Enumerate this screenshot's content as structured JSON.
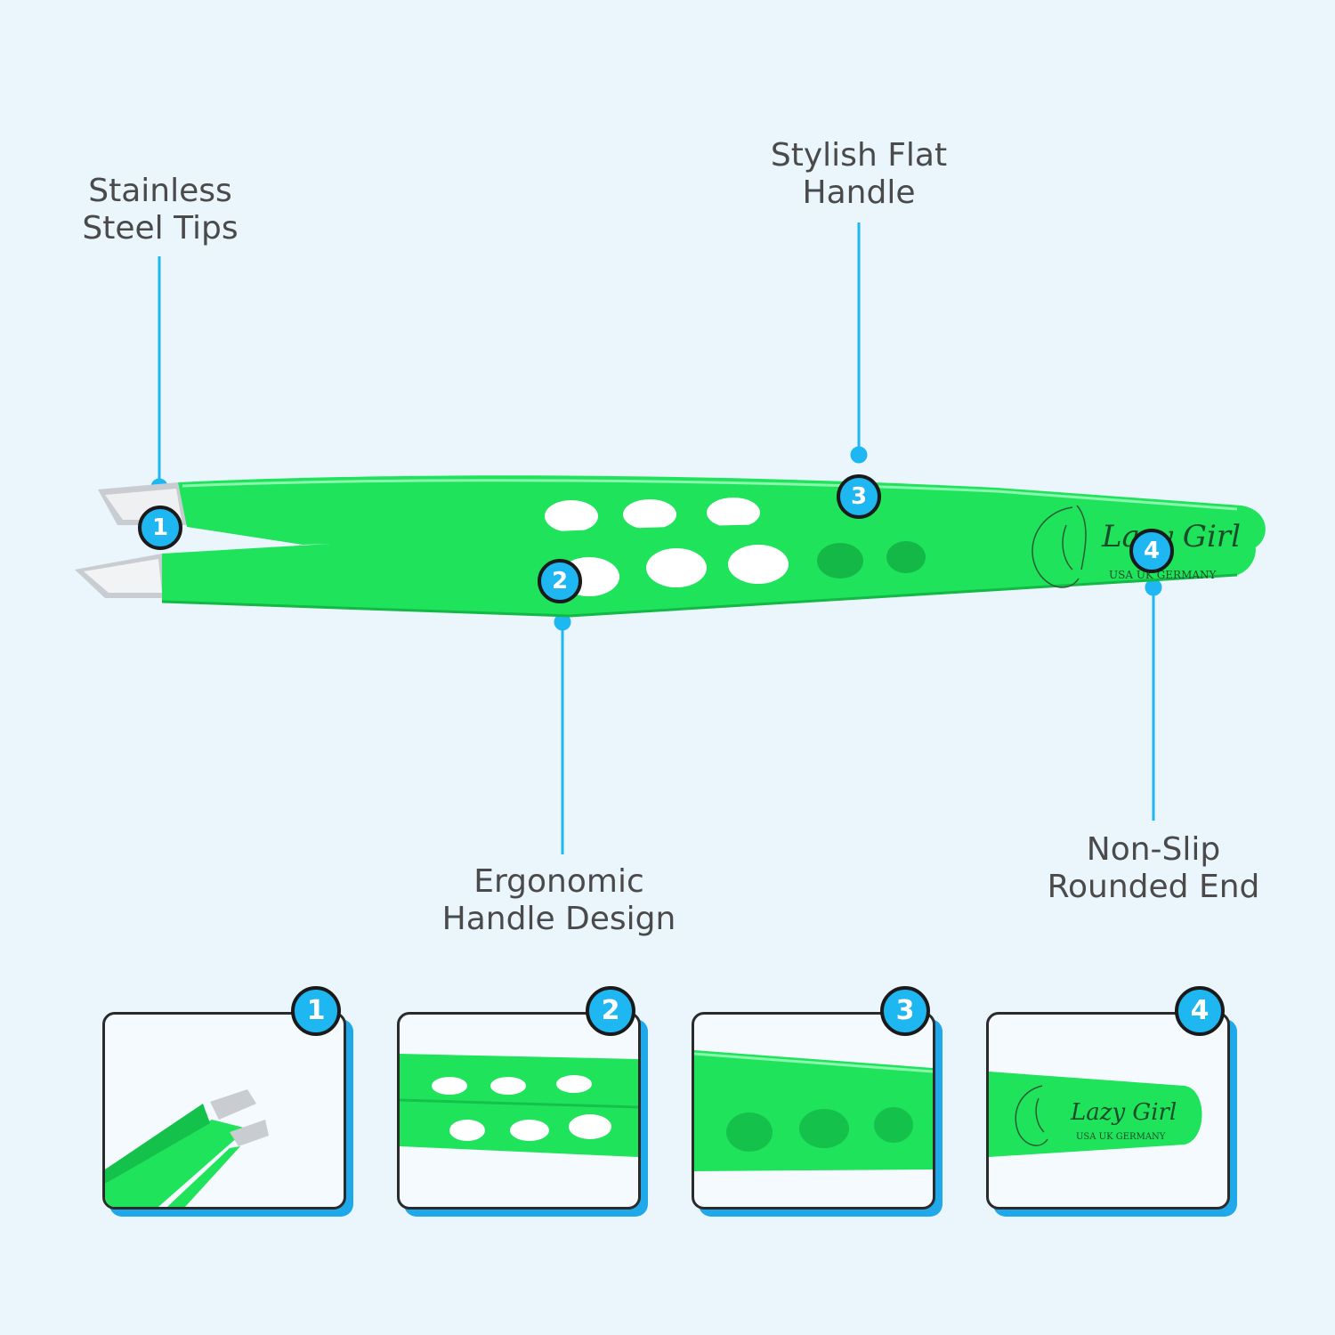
{
  "colors": {
    "background": "#eaf5fc",
    "accent": "#1fb7f2",
    "tweezer_green": "#1fe35a",
    "label_text": "#4a4a4a"
  },
  "callouts": [
    {
      "number": "1",
      "label": "Stainless\nSteel Tips"
    },
    {
      "number": "2",
      "label": "Ergonomic\nHandle Design"
    },
    {
      "number": "3",
      "label": "Stylish Flat\nHandle"
    },
    {
      "number": "4",
      "label": "Non-Slip\nRounded End"
    }
  ],
  "brand": {
    "name": "Lazy Girl",
    "origin": "USA  UK  GERMANY"
  },
  "panels": [
    {
      "number": "1",
      "icon": "steel-tips-closeup"
    },
    {
      "number": "2",
      "icon": "ergonomic-holes-closeup"
    },
    {
      "number": "3",
      "icon": "flat-handle-closeup"
    },
    {
      "number": "4",
      "icon": "rounded-end-logo-closeup"
    }
  ]
}
